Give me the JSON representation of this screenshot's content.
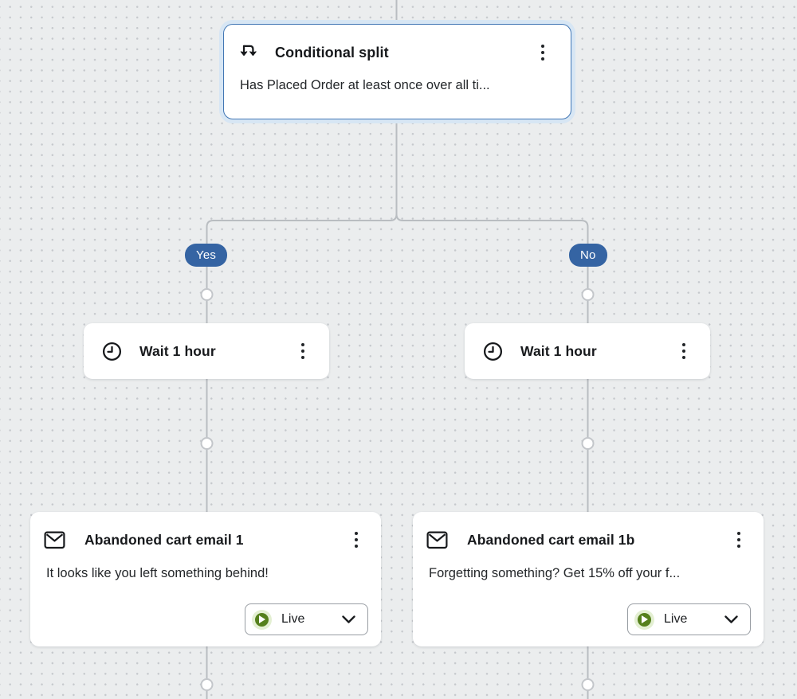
{
  "canvas": {
    "background": "#ebedee",
    "dot_color": "#c6c9cd",
    "wire_color": "#b9bdc1",
    "branch_badge_color": "#3564a3",
    "selected_outline_color": "#4277b5",
    "live_green": "#55801c"
  },
  "split_node": {
    "icon": "conditional-split-icon",
    "title": "Conditional split",
    "condition": "Has Placed Order at least once over all ti...",
    "menu_icon": "kebab-menu-icon",
    "selected": true
  },
  "branches": [
    {
      "label": "Yes",
      "wait": {
        "icon": "clock-icon",
        "title": "Wait 1 hour"
      },
      "email": {
        "icon": "envelope-icon",
        "title": "Abandoned cart email 1",
        "subject": "It looks like you left something behind!",
        "status": "Live",
        "status_icon": "play-circle-icon",
        "dropdown_icon": "chevron-down-icon"
      }
    },
    {
      "label": "No",
      "wait": {
        "icon": "clock-icon",
        "title": "Wait 1 hour"
      },
      "email": {
        "icon": "envelope-icon",
        "title": "Abandoned cart email 1b",
        "subject": "Forgetting something? Get 15% off your f...",
        "status": "Live",
        "status_icon": "play-circle-icon",
        "dropdown_icon": "chevron-down-icon"
      }
    }
  ]
}
